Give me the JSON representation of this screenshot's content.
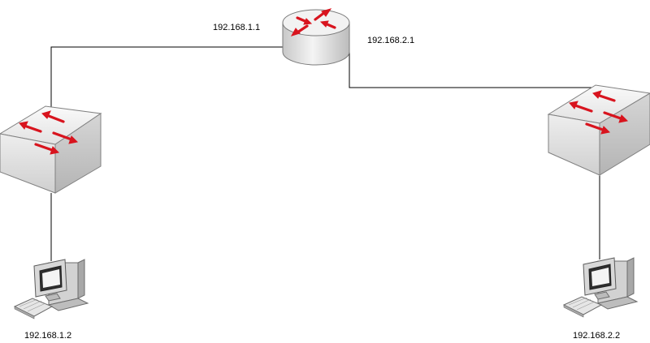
{
  "labels": {
    "router_left_ip": "192.168.1.1",
    "router_right_ip": "192.168.2.1",
    "pc_left_ip": "192.168.1.2",
    "pc_right_ip": "192.168.2.2"
  },
  "devices": {
    "router": {
      "icon": "router-icon"
    },
    "switch_left": {
      "icon": "switch-icon"
    },
    "switch_right": {
      "icon": "switch-icon"
    },
    "pc_left": {
      "icon": "computer-icon"
    },
    "pc_right": {
      "icon": "computer-icon"
    }
  },
  "colors": {
    "arrow": "#d8141e",
    "device_face": "#e4e4e4",
    "device_side": "#c4c4c4",
    "link": "#000000"
  }
}
